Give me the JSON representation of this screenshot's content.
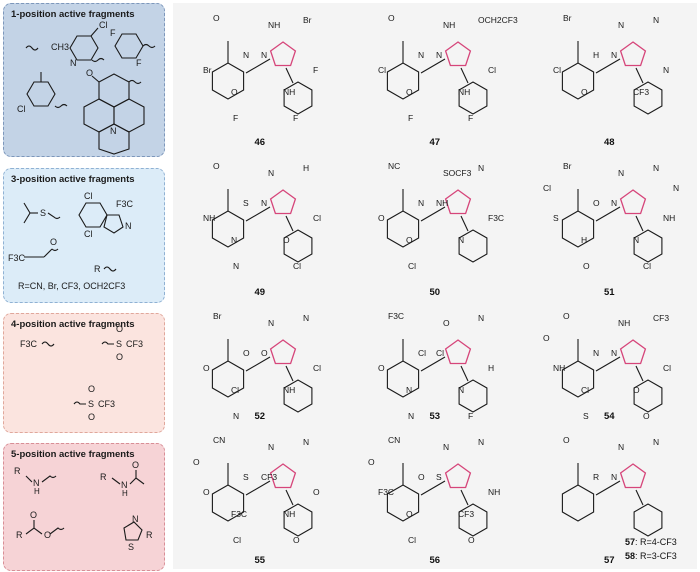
{
  "panels": [
    {
      "title": "1-position active fragments",
      "labels": [
        "CH3",
        "Cl",
        "N",
        "F",
        "F",
        "Cl",
        "O",
        "N"
      ]
    },
    {
      "title": "3-position active fragments",
      "labels": [
        "S",
        "Cl",
        "Cl",
        "F3C",
        "O",
        "N",
        "F3C",
        "R",
        "R=CN, Br, CF3, OCH2CF3"
      ]
    },
    {
      "title": "4-position active fragments",
      "labels": [
        "F3C",
        "O",
        "O",
        "S",
        "CF3",
        "O",
        "O",
        "S",
        "CF3"
      ]
    },
    {
      "title": "5-position active fragments",
      "labels": [
        "R",
        "N",
        "H",
        "O",
        "R",
        "N",
        "H",
        "O",
        "R",
        "O",
        "N",
        "S",
        "R"
      ]
    }
  ],
  "compounds": [
    {
      "id": "46",
      "labels": [
        "O",
        "NH",
        "Br",
        "N",
        "N",
        "O",
        "NH",
        "Br",
        "F",
        "F",
        "F"
      ]
    },
    {
      "id": "47",
      "labels": [
        "O",
        "NH",
        "OCH2CF3",
        "N",
        "N",
        "O",
        "NH",
        "Cl",
        "Cl",
        "F",
        "F"
      ]
    },
    {
      "id": "48",
      "labels": [
        "Br",
        "N",
        "N",
        "H",
        "N",
        "O",
        "CF3",
        "Cl",
        "N"
      ]
    },
    {
      "id": "49",
      "labels": [
        "O",
        "N",
        "H",
        "S",
        "N",
        "N",
        "O",
        "NH",
        "Cl",
        "N",
        "Cl"
      ]
    },
    {
      "id": "50",
      "labels": [
        "NC",
        "SOCF3",
        "N",
        "N",
        "NH",
        "O",
        "N",
        "O",
        "F3C",
        "Cl"
      ]
    },
    {
      "id": "51",
      "labels": [
        "Br",
        "N",
        "N",
        "O",
        "N",
        "H",
        "N",
        "S",
        "NH",
        "O",
        "Cl",
        "Cl",
        "N"
      ]
    },
    {
      "id": "52",
      "labels": [
        "Br",
        "N",
        "N",
        "O",
        "O",
        "Cl",
        "NH",
        "O",
        "Cl",
        "N"
      ]
    },
    {
      "id": "53",
      "labels": [
        "F3C",
        "O",
        "N",
        "Cl",
        "Cl",
        "N",
        "N",
        "O",
        "H",
        "N",
        "F"
      ]
    },
    {
      "id": "54",
      "labels": [
        "O",
        "NH",
        "CF3",
        "N",
        "N",
        "Cl",
        "O",
        "NH",
        "Cl",
        "S",
        "O",
        "O"
      ]
    },
    {
      "id": "55",
      "labels": [
        "CN",
        "N",
        "N",
        "S",
        "CF3",
        "F3C",
        "NH",
        "O",
        "O",
        "Cl",
        "O",
        "O"
      ]
    },
    {
      "id": "56",
      "labels": [
        "CN",
        "N",
        "N",
        "O",
        "S",
        "O",
        "CF3",
        "F3C",
        "NH",
        "Cl",
        "O",
        "O"
      ]
    },
    {
      "id": "57",
      "labels": [
        "O",
        "N",
        "N",
        "R",
        "N"
      ],
      "notes": [
        {
          "id": "57",
          "text": ": R=4-CF3"
        },
        {
          "id": "58",
          "text": ": R=3-CF3"
        }
      ]
    }
  ]
}
